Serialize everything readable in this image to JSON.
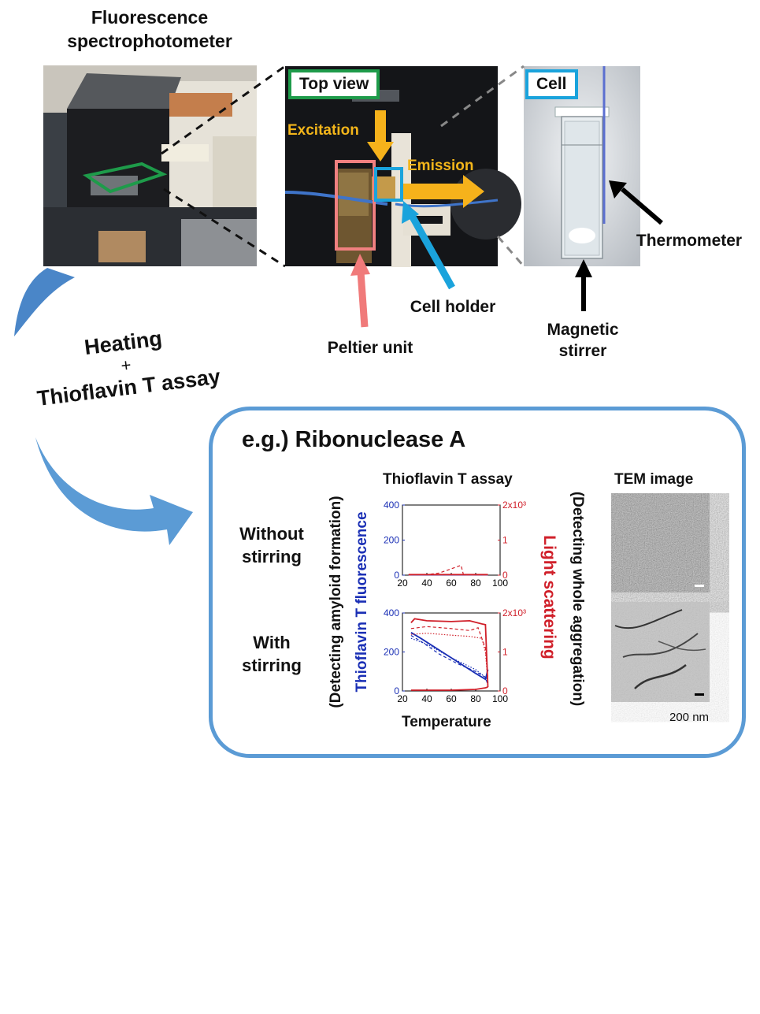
{
  "header": {
    "instrument_label": "Fluorescence\nspectrophotometer",
    "top_view_tag": "Top view",
    "cell_tag": "Cell",
    "excitation": "Excitation",
    "emission": "Emission",
    "thermometer": "Thermometer",
    "cell_holder": "Cell holder",
    "peltier_unit": "Peltier unit",
    "magnetic_stirrer": "Magnetic\nstirrer"
  },
  "process": {
    "heating": "Heating",
    "plus": "+",
    "assay": "Thioflavin T assay"
  },
  "panel": {
    "title": "e.g.) Ribonuclease A",
    "assay_title": "Thioflavin T assay",
    "tem_title": "TEM image",
    "row_without": "Without\nstirring",
    "row_with": "With\nstirring",
    "left_axis_outer": "(Detecting amyloid formation)",
    "left_axis_inner": "Thioflavin T fluorescence",
    "right_axis_inner": "Light scattering",
    "right_axis_outer": "(Detecting whole aggregation)",
    "xlabel": "Temperature",
    "scale_bar": "200 nm"
  },
  "colors": {
    "green_box": "#1e9b4a",
    "cyan_box": "#1aa3dc",
    "pink_box": "#f08080",
    "orange_arrow": "#f6b21b",
    "blue_curve": "#1a2fb5",
    "red_curve": "#d0202a",
    "panel_border": "#5b9bd5"
  },
  "chart_data": [
    {
      "type": "line",
      "xlim": [
        20,
        100
      ],
      "xticks": [
        "20",
        "40",
        "60",
        "80",
        "100"
      ],
      "ylim_left": [
        0,
        400
      ],
      "yticks_left": [
        "0",
        "200",
        "400"
      ],
      "ylim_right": [
        0,
        2000
      ],
      "yticks_right": [
        "0",
        "1",
        "2x10³"
      ],
      "series": [
        {
          "axis": "left",
          "style": "solid",
          "color": "blue",
          "x": [
            25,
            40,
            60,
            80,
            90
          ],
          "y": [
            2,
            2,
            2,
            2,
            2
          ]
        },
        {
          "axis": "right",
          "style": "dashed",
          "color": "red",
          "x": [
            25,
            40,
            50,
            60,
            68,
            70,
            90
          ],
          "y": [
            10,
            15,
            60,
            180,
            280,
            10,
            10
          ]
        },
        {
          "axis": "right",
          "style": "solid",
          "color": "red",
          "x": [
            25,
            60,
            90
          ],
          "y": [
            15,
            15,
            15
          ]
        }
      ]
    },
    {
      "type": "line",
      "xlim": [
        20,
        100
      ],
      "xticks": [
        "20",
        "40",
        "60",
        "80",
        "100"
      ],
      "ylim_left": [
        0,
        400
      ],
      "yticks_left": [
        "0",
        "200",
        "400"
      ],
      "ylim_right": [
        0,
        2000
      ],
      "yticks_right": [
        "0",
        "1",
        "2x10³"
      ],
      "series": [
        {
          "axis": "left",
          "style": "solid",
          "color": "blue",
          "x": [
            27,
            35,
            50,
            65,
            80,
            88,
            90
          ],
          "y": [
            300,
            270,
            210,
            150,
            90,
            60,
            110
          ]
        },
        {
          "axis": "left",
          "style": "dashed",
          "color": "blue",
          "x": [
            27,
            35,
            50,
            65,
            80,
            88,
            90
          ],
          "y": [
            285,
            255,
            190,
            140,
            100,
            70,
            30
          ]
        },
        {
          "axis": "left",
          "style": "dotted",
          "color": "blue",
          "x": [
            27,
            40,
            60,
            80,
            90
          ],
          "y": [
            270,
            240,
            170,
            110,
            60
          ]
        },
        {
          "axis": "right",
          "style": "solid",
          "color": "red",
          "x": [
            27,
            30,
            40,
            60,
            75,
            85,
            88,
            90
          ],
          "y": [
            1750,
            1850,
            1800,
            1780,
            1800,
            1720,
            1700,
            100
          ]
        },
        {
          "axis": "right",
          "style": "dashed",
          "color": "red",
          "x": [
            27,
            40,
            60,
            75,
            82,
            85,
            88,
            90
          ],
          "y": [
            1600,
            1650,
            1600,
            1550,
            1620,
            1350,
            1100,
            300
          ]
        },
        {
          "axis": "right",
          "style": "dotted",
          "color": "red",
          "x": [
            27,
            40,
            60,
            75,
            85,
            88,
            90
          ],
          "y": [
            1450,
            1480,
            1430,
            1400,
            1350,
            1000,
            200
          ]
        },
        {
          "axis": "right",
          "style": "solid",
          "color": "red",
          "x": [
            27,
            60,
            80,
            88,
            90
          ],
          "y": [
            20,
            20,
            40,
            80,
            100
          ]
        }
      ]
    }
  ]
}
